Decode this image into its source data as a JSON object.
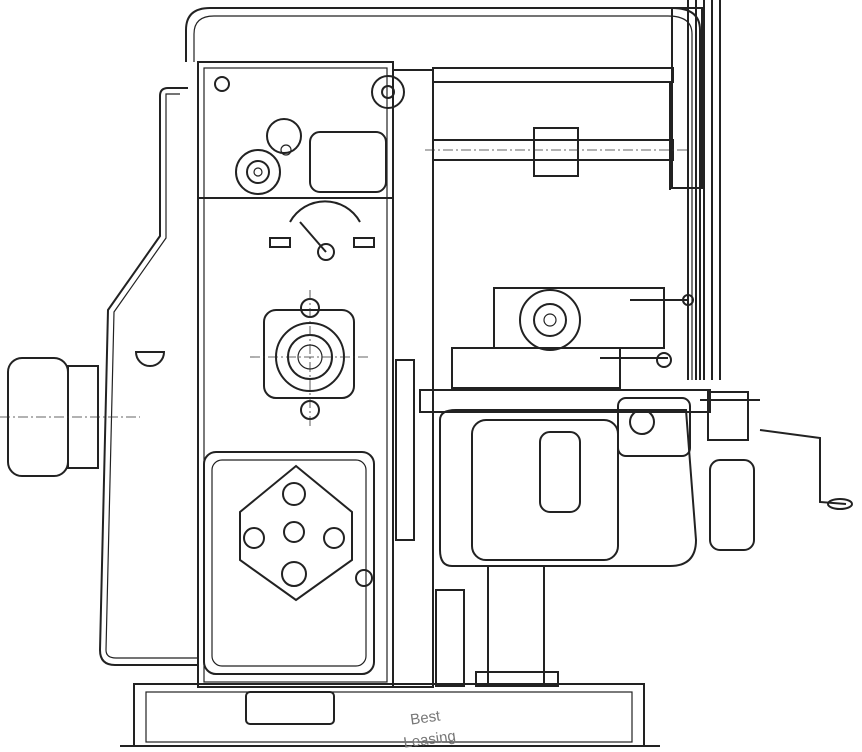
{
  "drawing": {
    "subject": "milling-machine-side-elevation",
    "watermark_line1": "Best",
    "watermark_line2": "Leasing"
  }
}
